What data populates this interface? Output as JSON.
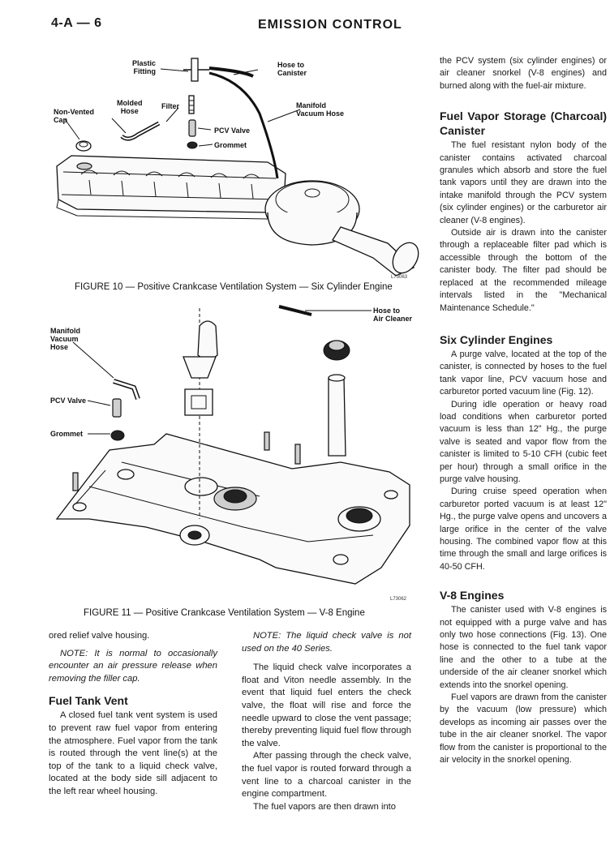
{
  "header": {
    "page_number": "4-A — 6",
    "title": "EMISSION CONTROL"
  },
  "figure10": {
    "labels": {
      "plastic_fitting": "Plastic\nFitting",
      "hose_to_canister": "Hose to\nCanister",
      "molded_hose": "Molded\nHose",
      "filter": "Filter",
      "non_vented_cap": "Non-Vented\nCap",
      "manifold_vacuum_hose": "Manifold\nVacuum Hose",
      "pcv_valve": "PCV Valve",
      "grommet": "Grommet"
    },
    "code": "L73063",
    "caption": "FIGURE 10 — Positive Crankcase Ventilation System — Six Cylinder Engine"
  },
  "figure11": {
    "labels": {
      "manifold_vacuum_hose": "Manifold\nVacuum\nHose",
      "hose_to_air_cleaner": "Hose to\nAir Cleaner",
      "pcv_valve": "PCV Valve",
      "grommet": "Grommet"
    },
    "code": "L73062",
    "caption": "FIGURE 11 — Positive Crankcase Ventilation System — V-8 Engine"
  },
  "left_column": {
    "p1": "ored relief valve housing.",
    "note": "NOTE: It is normal to occasionally encounter an air pressure release when removing the filler cap.",
    "h_fuel_tank_vent": "Fuel Tank Vent",
    "p2": "A closed fuel tank vent system is used to prevent raw fuel vapor from entering the atmosphere. Fuel vapor from the tank is routed through the vent line(s) at the top of the tank to a liquid check valve, located at the body side sill adjacent to the left rear wheel housing."
  },
  "middle_column": {
    "note": "NOTE: The liquid check valve is not used on the 40 Series.",
    "p1": "The liquid check valve incorporates a float and Viton needle assembly. In the event that liquid fuel enters the check valve, the float will rise and force the needle upward to close the vent passage; thereby preventing liquid fuel flow through the valve.",
    "p2": "After passing through the check valve, the fuel vapor is routed forward through a vent line to a charcoal canister in the engine compartment.",
    "p3": "The fuel vapors are then drawn into"
  },
  "right_column": {
    "p0": "the PCV system (six cylinder engines) or air cleaner snorkel (V-8 engines) and burned along with the fuel-air mixture.",
    "h_canister": "Fuel Vapor Storage (Charcoal) Canister",
    "p1": "The fuel resistant nylon body of the canister contains activated charcoal granules which absorb and store the fuel tank vapors until they are drawn into the intake manifold through the PCV system (six cylinder engines) or the carburetor air cleaner (V-8 engines).",
    "p2": "Outside air is drawn into the canister through a replaceable filter pad which is accessible through the bottom of the canister body. The filter pad should be replaced at the recommended mileage intervals listed in the \"Mechanical Maintenance Schedule.\"",
    "h_six": "Six Cylinder Engines",
    "p3": "A purge valve, located at the top of the canister, is connected by hoses to the fuel tank vapor line, PCV vacuum hose and carburetor ported vacuum line (Fig. 12).",
    "p4": "During idle operation or heavy road load conditions when carburetor ported vacuum is less than 12\" Hg., the purge valve is seated and vapor flow from the canister is limited to 5-10 CFH (cubic feet per hour) through a small orifice in the purge valve housing.",
    "p5": "During cruise speed operation when carburetor ported vacuum is at least 12\" Hg., the purge valve opens and uncovers a large orifice in the center of the valve housing. The combined vapor flow at this time through the small and large orifices is 40-50 CFH.",
    "h_v8": "V-8 Engines",
    "p6": "The canister used with V-8 engines is not equipped with a purge valve and has only two hose connections (Fig. 13). One hose is connected to the fuel tank vapor line and the other to a tube at the underside of the air cleaner snorkel which extends into the snorkel opening.",
    "p7": "Fuel vapors are drawn from the canister by the vacuum (low pressure) which develops as incoming air passes over the tube in the air cleaner snorkel. The vapor flow from the canister is proportional to the air velocity in the snorkel opening."
  }
}
